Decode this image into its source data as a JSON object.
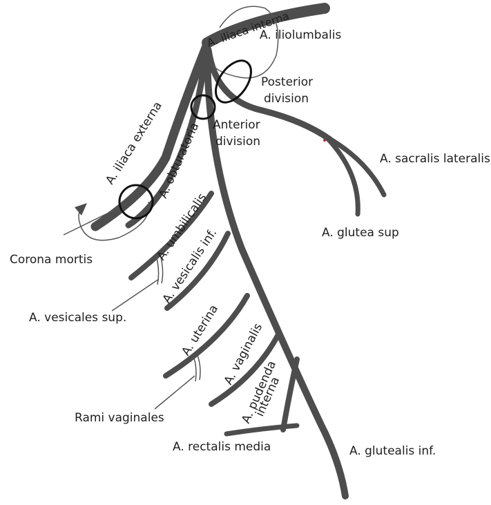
{
  "colors": {
    "vessel": "#4d4d4d",
    "thin_line": "#555555",
    "marker_dot": "#d62020"
  },
  "labels": {
    "iliaca_interna": "A. iliaca interna",
    "iliolumbalis": "A. iliolumbalis",
    "posterior_division": [
      "Posterior",
      "division"
    ],
    "anterior_division": [
      "Anterior",
      "division"
    ],
    "iliaca_externa": "A. iliaca externa",
    "obturatoria": "A. obturatoria",
    "sacralis_lateralis": "A. sacralis lateralis",
    "glutea_sup": "A. glutea sup",
    "corona_mortis": "Corona mortis",
    "umbilicalis": "A. umbilicalis",
    "vesicalis_inf": "A. vesicalis inf.",
    "vesicales_sup": "A. vesicales sup.",
    "uterina": "A. uterina",
    "rami_vaginales": "Rami vaginales",
    "vaginalis": "A. vaginalis",
    "pudenda_interna": [
      "A. pudenda",
      "interna"
    ],
    "rectalis_media": "A. rectalis media",
    "glutealis_inf": "A. glutealis inf."
  }
}
